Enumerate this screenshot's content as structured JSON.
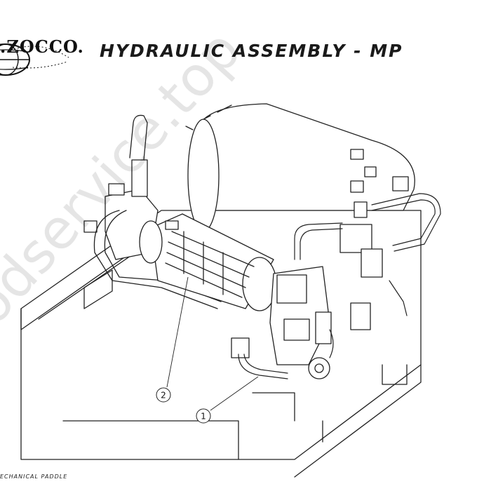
{
  "header": {
    "logo_text": ".ZOCCO.",
    "title": "HYDRAULIC ASSEMBLY - MP"
  },
  "footer": {
    "text": "ECHANICAL PADDLE"
  },
  "watermark": {
    "text": "odservice.top"
  },
  "callouts": [
    {
      "label": "2"
    },
    {
      "label": "1"
    }
  ]
}
